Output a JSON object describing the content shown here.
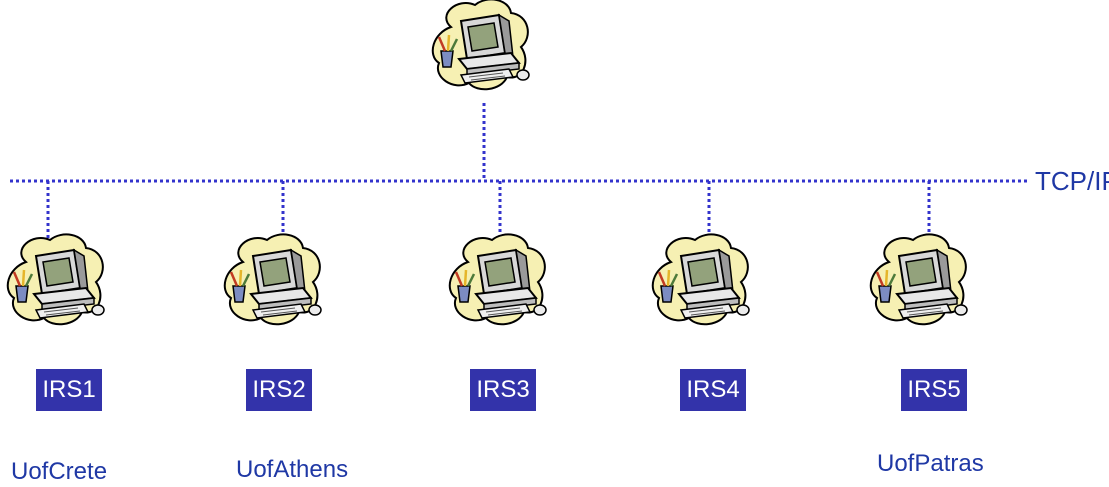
{
  "colors": {
    "line": "#3333cc",
    "box_fill": "#3333aa",
    "box_text": "#ffffff",
    "label_text": "#1f38a5",
    "blob": "#f6f0b3",
    "blob_outline": "#000000",
    "monitor_screen": "#93a27c",
    "computer_body": "#e8e8e8"
  },
  "icons": {
    "server": "computer-icon",
    "node": "computer-icon"
  },
  "bus": {
    "label": "TCP/IP"
  },
  "nodes": [
    {
      "box_label": "IRS1",
      "site_label": "UofCrete"
    },
    {
      "box_label": "IRS2",
      "site_label": "UofAthens"
    },
    {
      "box_label": "IRS3",
      "site_label": ""
    },
    {
      "box_label": "IRS4",
      "site_label": ""
    },
    {
      "box_label": "IRS5",
      "site_label": "UofPatras"
    }
  ]
}
